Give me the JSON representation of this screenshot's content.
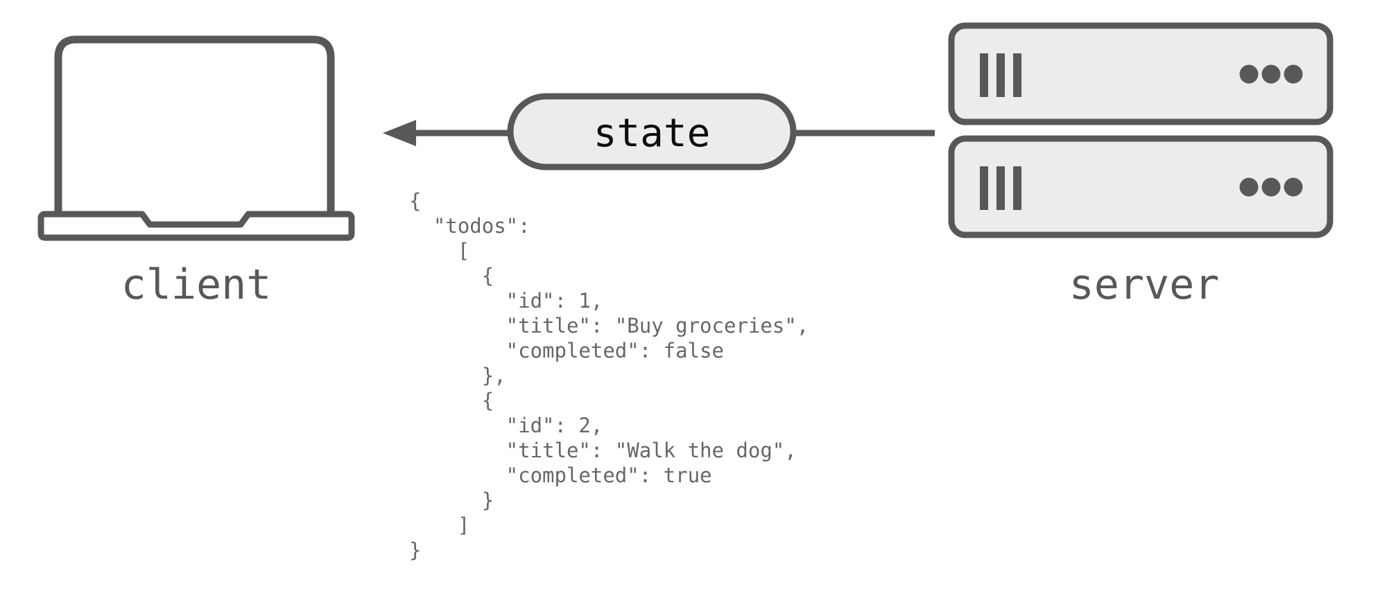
{
  "diagram": {
    "client": {
      "label": "client",
      "icon": "laptop-icon"
    },
    "server": {
      "label": "server",
      "icon": "server-rack-icon",
      "units": 2
    },
    "arrow": {
      "label": "state",
      "direction": "server-to-client",
      "icon": "arrow-left-icon"
    },
    "state_json": {
      "lines": [
        "{",
        "  \"todos\":",
        "    [",
        "      {",
        "        \"id\": 1,",
        "        \"title\": \"Buy groceries\",",
        "        \"completed\": false",
        "      },",
        "      {",
        "        \"id\": 2,",
        "        \"title\": \"Walk the dog\",",
        "        \"completed\": true",
        "      }",
        "    ]",
        "}"
      ]
    },
    "colors": {
      "stroke": "#58585a",
      "shape_fill": "#ececec",
      "code_text": "#666666",
      "label_text": "#58585a",
      "state_text": "#0d0d0d",
      "background": "#ffffff"
    }
  }
}
